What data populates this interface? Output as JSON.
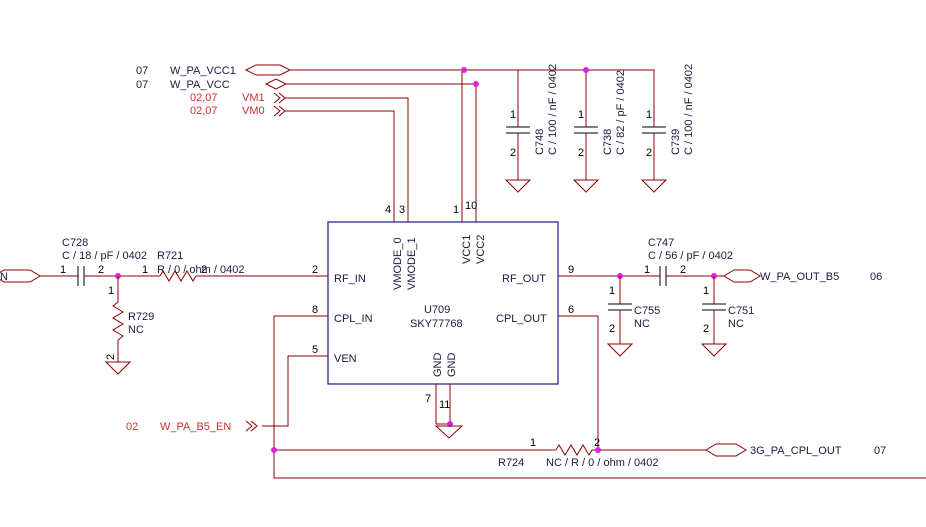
{
  "nets": {
    "vcc1": {
      "page": "07",
      "name": "W_PA_VCC1"
    },
    "vcc": {
      "page": "07",
      "name": "W_PA_VCC"
    },
    "vm1": {
      "page": "02,07",
      "name": "VM1"
    },
    "vm0": {
      "page": "02,07",
      "name": "VM0"
    },
    "rf_in_stub": "N",
    "out_b5": {
      "name": "W_PA_OUT_B5",
      "page": "06"
    },
    "b5_en": {
      "page": "02",
      "name": "W_PA_B5_EN"
    },
    "cpl_out": {
      "name": "3G_PA_CPL_OUT",
      "page": "07"
    }
  },
  "ic": {
    "ref": "U709",
    "part": "SKY77768",
    "pins": {
      "rf_in": {
        "label": "RF_IN",
        "num": "2"
      },
      "cpl_in": {
        "label": "CPL_IN",
        "num": "8"
      },
      "ven": {
        "label": "VEN",
        "num": "5"
      },
      "rf_out": {
        "label": "RF_OUT",
        "num": "9"
      },
      "cpl_out": {
        "label": "CPL_OUT",
        "num": "6"
      },
      "vmode0": {
        "label": "VMODE_0",
        "num": "4"
      },
      "vmode1": {
        "label": "VMODE_1",
        "num": "3"
      },
      "vcc1": {
        "label": "VCC1",
        "num": "1"
      },
      "vcc2": {
        "label": "VCC2",
        "num": "10"
      },
      "gnd_a": {
        "label": "GND",
        "num": "7"
      },
      "gnd_b": {
        "label": "GND",
        "num": "11"
      }
    }
  },
  "components": {
    "c728": {
      "ref": "C728",
      "value": "C / 18 / pF / 0402",
      "p1": "1",
      "p2": "2"
    },
    "r721": {
      "ref": "R721",
      "value": "R / 0 / ohm / 0402",
      "p1": "1",
      "p2": "2"
    },
    "r729": {
      "ref": "R729",
      "value": "NC",
      "p1": "1",
      "p2": "2"
    },
    "c748": {
      "ref": "C748",
      "value": "C / 100 / nF / 0402",
      "p1": "1",
      "p2": "2"
    },
    "c738": {
      "ref": "C738",
      "value": "C / 82 / pF / 0402",
      "p1": "1",
      "p2": "2"
    },
    "c739": {
      "ref": "C739",
      "value": "C / 100 / nF / 0402",
      "p1": "1",
      "p2": "2"
    },
    "c747": {
      "ref": "C747",
      "value": "C / 56 / pF / 0402",
      "p1": "1",
      "p2": "2"
    },
    "c755": {
      "ref": "C755",
      "value": "NC",
      "p1": "1",
      "p2": "2"
    },
    "c751": {
      "ref": "C751",
      "value": "NC",
      "p1": "1",
      "p2": "2"
    },
    "r724": {
      "ref": "R724",
      "value": "NC / R / 0 / ohm / 0402",
      "p1": "1",
      "p2": "2"
    }
  },
  "colors": {
    "wire_red": "#8b0000",
    "junction": "#e020e0",
    "text_red": "#c83030",
    "text_dark": "#1a1a40",
    "ic_outline": "#1a1a80"
  }
}
